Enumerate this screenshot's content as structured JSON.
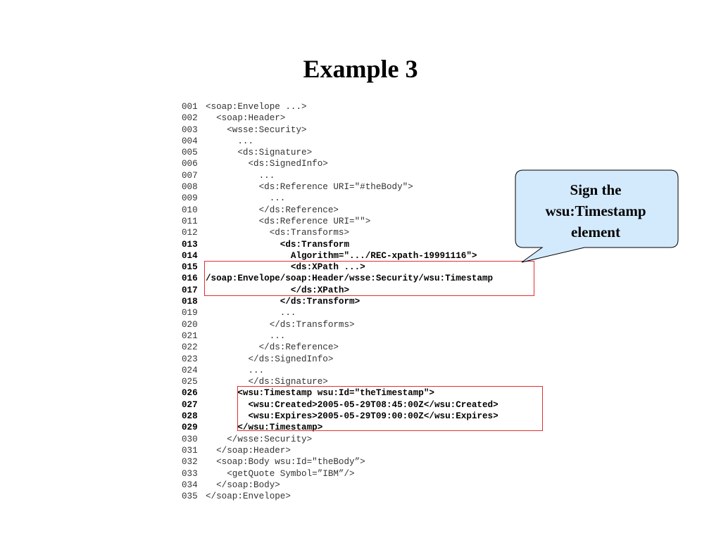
{
  "slide": {
    "title": "Example 3"
  },
  "callout": {
    "line1": "Sign the",
    "line2": "wsu:Timestamp",
    "line3": "element",
    "fill": "#d3eafd",
    "border": "#000000"
  },
  "highlight_color": "#e03030",
  "code_lines": [
    {
      "num": "001",
      "text": "<soap:Envelope ...>"
    },
    {
      "num": "002",
      "text": "  <soap:Header>"
    },
    {
      "num": "003",
      "text": "    <wsse:Security>"
    },
    {
      "num": "004",
      "text": "      ..."
    },
    {
      "num": "005",
      "text": "      <ds:Signature>"
    },
    {
      "num": "006",
      "text": "        <ds:SignedInfo>"
    },
    {
      "num": "007",
      "text": "          ..."
    },
    {
      "num": "008",
      "text": "          <ds:Reference URI=\"#theBody\">"
    },
    {
      "num": "009",
      "text": "            ..."
    },
    {
      "num": "010",
      "text": "          </ds:Reference>"
    },
    {
      "num": "011",
      "text": "          <ds:Reference URI=\"\">"
    },
    {
      "num": "012",
      "text": "            <ds:Transforms>"
    },
    {
      "num": "013",
      "text": "              <ds:Transform"
    },
    {
      "num": "014",
      "text": "                Algorithm=\".../REC-xpath-19991116\">"
    },
    {
      "num": "015",
      "text": "                <ds:XPath ...>"
    },
    {
      "num": "016",
      "text": "/soap:Envelope/soap:Header/wsse:Security/wsu:Timestamp"
    },
    {
      "num": "017",
      "text": "                </ds:XPath>"
    },
    {
      "num": "018",
      "text": "              </ds:Transform>"
    },
    {
      "num": "019",
      "text": "              ..."
    },
    {
      "num": "020",
      "text": "            </ds:Transforms>"
    },
    {
      "num": "021",
      "text": "            ..."
    },
    {
      "num": "022",
      "text": "          </ds:Reference>"
    },
    {
      "num": "023",
      "text": "        </ds:SignedInfo>"
    },
    {
      "num": "024",
      "text": "        ..."
    },
    {
      "num": "025",
      "text": "        </ds:Signature>"
    },
    {
      "num": "026",
      "text": "      <wsu:Timestamp wsu:Id=\"theTimestamp\">"
    },
    {
      "num": "027",
      "text": "        <wsu:Created>2005-05-29T08:45:00Z</wsu:Created>"
    },
    {
      "num": "028",
      "text": "        <wsu:Expires>2005-05-29T09:00:00Z</wsu:Expires>"
    },
    {
      "num": "029",
      "text": "      </wsu:Timestamp>"
    },
    {
      "num": "030",
      "text": "    </wsse:Security>"
    },
    {
      "num": "031",
      "text": "  </soap:Header>"
    },
    {
      "num": "032",
      "text": "  <soap:Body wsu:Id=\"theBody”>"
    },
    {
      "num": "033",
      "text": "    <getQuote Symbol=”IBM”/>"
    },
    {
      "num": "034",
      "text": "  </soap:Body>"
    },
    {
      "num": "035",
      "text": "</soap:Envelope>"
    }
  ]
}
